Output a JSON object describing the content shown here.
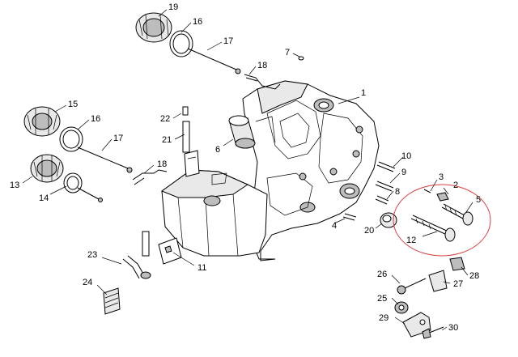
{
  "callouts": {
    "p1": "1",
    "p2": "2",
    "p3": "3",
    "p4": "4",
    "p5": "5",
    "p6": "6",
    "p7": "7",
    "p8": "8",
    "p9": "9",
    "p10": "10",
    "p11": "11",
    "p12": "12",
    "p13": "13",
    "p14": "14",
    "p15": "15",
    "p16a": "16",
    "p16b": "16",
    "p17a": "17",
    "p17b": "17",
    "p18a": "18",
    "p18b": "18",
    "p19": "19",
    "p20": "20",
    "p21": "21",
    "p22": "22",
    "p23": "23",
    "p24": "24",
    "p25": "25",
    "p26": "26",
    "p27": "27",
    "p28": "28",
    "p29": "29",
    "p30": "30"
  },
  "colors": {
    "highlight": "#d94040",
    "line": "#000000",
    "shade": "#bdbdbd"
  }
}
